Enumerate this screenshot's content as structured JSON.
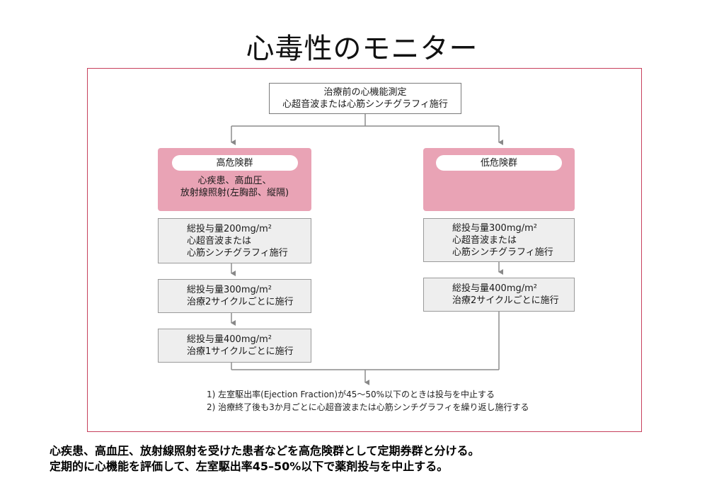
{
  "title": "心毒性のモニター",
  "pretreatment": {
    "line1": "治療前の心機能測定",
    "line2": "心超音波または心筋シンチグラフィ施行"
  },
  "high_risk": {
    "label": "高危険群",
    "desc_line1": "心疾患、高血圧、",
    "desc_line2": "放射線照射(左胸部、縦隔)",
    "steps": [
      {
        "line1": "総投与量200mg/m²",
        "line2": "心超音波または",
        "line3": "心筋シンチグラフィ施行"
      },
      {
        "line1": "総投与量300mg/m²",
        "line2": "治療2サイクルごとに施行"
      },
      {
        "line1": "総投与量400mg/m²",
        "line2": "治療1サイクルごとに施行"
      }
    ]
  },
  "low_risk": {
    "label": "低危険群",
    "steps": [
      {
        "line1": "総投与量300mg/m²",
        "line2": "心超音波または",
        "line3": "心筋シンチグラフィ施行"
      },
      {
        "line1": "総投与量400mg/m²",
        "line2": "治療2サイクルごとに施行"
      }
    ]
  },
  "notes": [
    "1) 左室駆出率(Ejection Fraction)が45〜50%以下のときは投与を中止する",
    "2) 治療終了後も3か月ごとに心超音波または心筋シンチグラフィを繰り返し施行する"
  ],
  "caption": {
    "line1": "心疾患、高血圧、放射線照射を受けた患者などを高危険群として定期券群と分ける。",
    "line2": "定期的に心機能を評価して、左室駆出率45–50%以下で薬剤投与を中止する。"
  }
}
